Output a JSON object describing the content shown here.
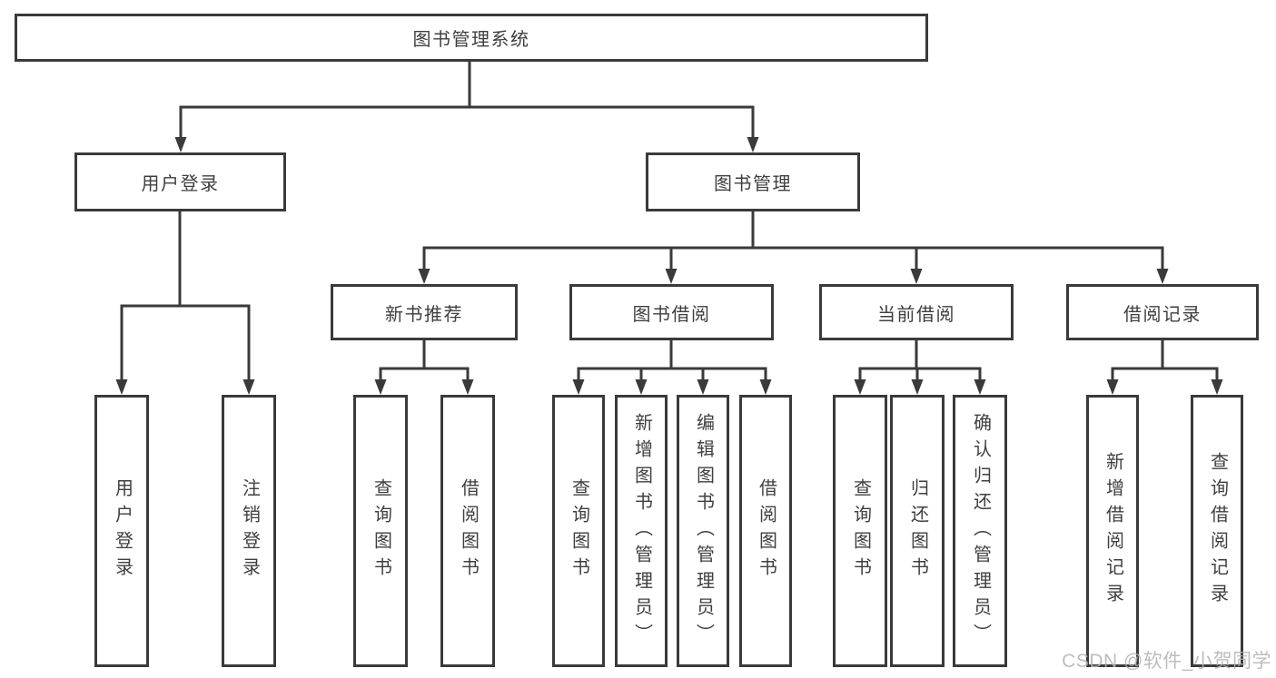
{
  "colors": {
    "line": "#3a3a3a",
    "text": "#3f3f3f",
    "watermark": "#b2b2b2"
  },
  "tree": {
    "root": "图书管理系统",
    "user_login": {
      "label": "用户登录",
      "children": [
        "用户登录",
        "注销登录"
      ]
    },
    "book_mgmt": {
      "label": "图书管理",
      "new_book_rec": {
        "label": "新书推荐",
        "children": [
          "查询图书",
          "借阅图书"
        ]
      },
      "book_borrow": {
        "label": "图书借阅",
        "children": [
          "查询图书",
          "新增图书（管理员）",
          "编辑图书（管理员）",
          "借阅图书"
        ]
      },
      "current_borrow": {
        "label": "当前借阅",
        "children": [
          "查询图书",
          "归还图书",
          "确认归还（管理员）"
        ]
      },
      "borrow_records": {
        "label": "借阅记录",
        "children": [
          "新增借阅记录",
          "查询借阅记录"
        ]
      }
    }
  },
  "watermark": {
    "text": "CSDN @软件_小贺同学"
  }
}
